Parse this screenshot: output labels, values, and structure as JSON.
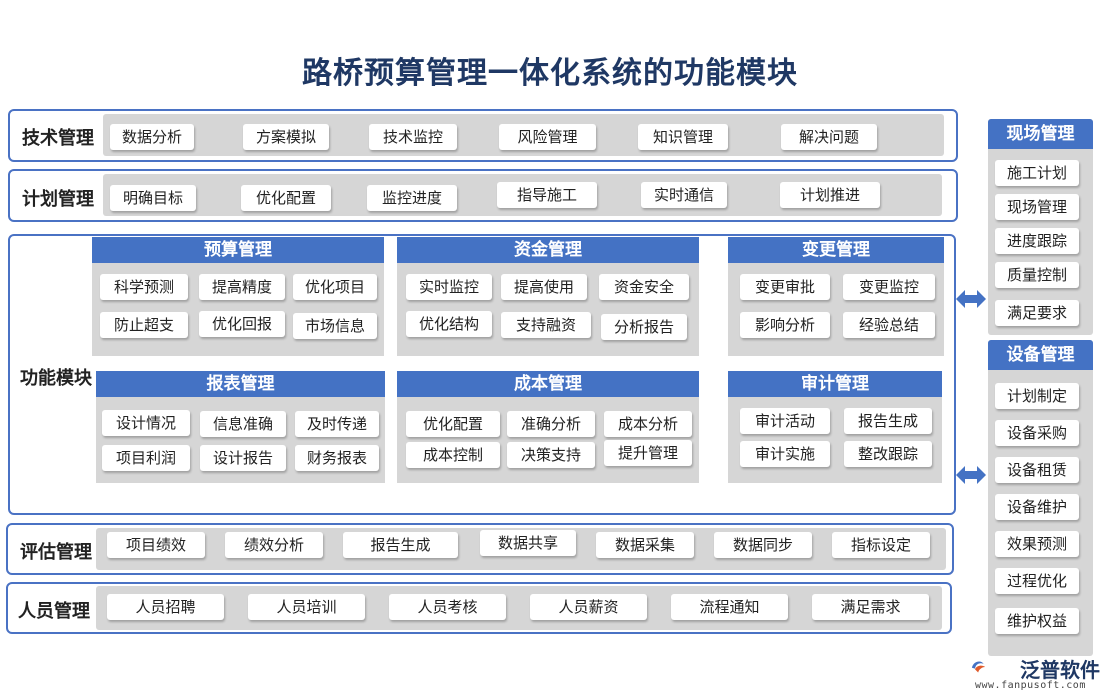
{
  "title": "路桥预算管理一体化系统的功能模块",
  "rows": {
    "tech": {
      "label": "技术管理",
      "items": [
        "数据分析",
        "方案模拟",
        "技术监控",
        "风险管理",
        "知识管理",
        "解决问题"
      ]
    },
    "plan": {
      "label": "计划管理",
      "items": [
        "明确目标",
        "优化配置",
        "监控进度",
        "指导施工",
        "实时通信",
        "计划推进"
      ]
    },
    "func": {
      "label": "功能模块"
    },
    "eval": {
      "label": "评估管理",
      "items": [
        "项目绩效",
        "绩效分析",
        "报告生成",
        "数据共享",
        "数据采集",
        "数据同步",
        "指标设定"
      ]
    },
    "hr": {
      "label": "人员管理",
      "items": [
        "人员招聘",
        "人员培训",
        "人员考核",
        "人员薪资",
        "流程通知",
        "满足需求"
      ]
    }
  },
  "modules": {
    "budget": {
      "title": "预算管理",
      "items": [
        "科学预测",
        "提高精度",
        "优化项目",
        "防止超支",
        "优化回报",
        "市场信息"
      ]
    },
    "funds": {
      "title": "资金管理",
      "items": [
        "实时监控",
        "提高使用",
        "资金安全",
        "优化结构",
        "支持融资",
        "分析报告"
      ]
    },
    "change": {
      "title": "变更管理",
      "items": [
        "变更审批",
        "变更监控",
        "影响分析",
        "经验总结"
      ]
    },
    "report": {
      "title": "报表管理",
      "items": [
        "设计情况",
        "信息准确",
        "及时传递",
        "项目利润",
        "设计报告",
        "财务报表"
      ]
    },
    "cost": {
      "title": "成本管理",
      "items": [
        "优化配置",
        "准确分析",
        "成本分析",
        "成本控制",
        "决策支持",
        "提升管理"
      ]
    },
    "audit": {
      "title": "审计管理",
      "items": [
        "审计活动",
        "报告生成",
        "审计实施",
        "整改跟踪"
      ]
    }
  },
  "side": {
    "site": {
      "title": "现场管理",
      "items": [
        "施工计划",
        "现场管理",
        "进度跟踪",
        "质量控制",
        "满足要求"
      ]
    },
    "equip": {
      "title": "设备管理",
      "items": [
        "计划制定",
        "设备采购",
        "设备租赁",
        "设备维护",
        "效果预测",
        "过程优化",
        "维护权益"
      ]
    }
  },
  "logo": {
    "name": "泛普软件",
    "url": "www.fanpusoft.com"
  },
  "colors": {
    "accent": "#4472c4",
    "frame": "#4a72c4",
    "panel": "#d6d6d6",
    "title": "#1f3864"
  }
}
